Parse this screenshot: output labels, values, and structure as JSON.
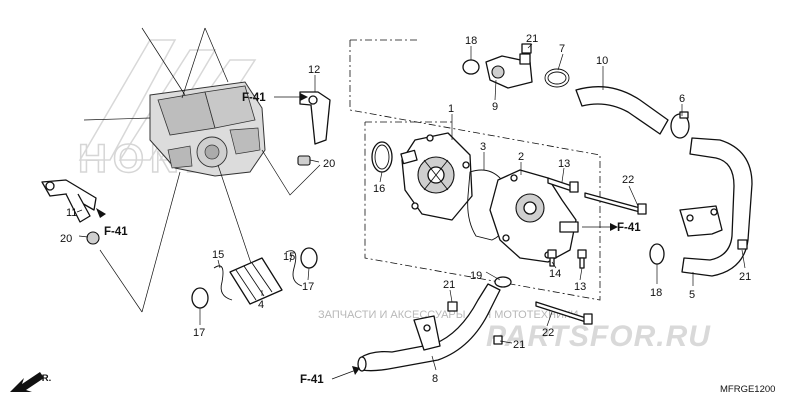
{
  "callouts": [
    {
      "id": "n1",
      "text": "1"
    },
    {
      "id": "n2",
      "text": "2"
    },
    {
      "id": "n3",
      "text": "3"
    },
    {
      "id": "n4",
      "text": "4"
    },
    {
      "id": "n5",
      "text": "5"
    },
    {
      "id": "n6",
      "text": "6"
    },
    {
      "id": "n7",
      "text": "7"
    },
    {
      "id": "n8",
      "text": "8"
    },
    {
      "id": "n9",
      "text": "9"
    },
    {
      "id": "n10",
      "text": "10"
    },
    {
      "id": "n11",
      "text": "11"
    },
    {
      "id": "n12",
      "text": "12"
    },
    {
      "id": "n13a",
      "text": "13"
    },
    {
      "id": "n13b",
      "text": "13"
    },
    {
      "id": "n14",
      "text": "14"
    },
    {
      "id": "n15a",
      "text": "15"
    },
    {
      "id": "n15b",
      "text": "15"
    },
    {
      "id": "n16",
      "text": "16"
    },
    {
      "id": "n17a",
      "text": "17"
    },
    {
      "id": "n17b",
      "text": "17"
    },
    {
      "id": "n18a",
      "text": "18"
    },
    {
      "id": "n18b",
      "text": "18"
    },
    {
      "id": "n19",
      "text": "19"
    },
    {
      "id": "n20a",
      "text": "20"
    },
    {
      "id": "n20b",
      "text": "20"
    },
    {
      "id": "n21a",
      "text": "21"
    },
    {
      "id": "n21b",
      "text": "21"
    },
    {
      "id": "n21c",
      "text": "21"
    },
    {
      "id": "n21d",
      "text": "21"
    },
    {
      "id": "n22a",
      "text": "22"
    },
    {
      "id": "n22b",
      "text": "22"
    }
  ],
  "refs": [
    {
      "id": "r1",
      "text": "F-41"
    },
    {
      "id": "r2",
      "text": "F-41"
    },
    {
      "id": "r3",
      "text": "F-41"
    },
    {
      "id": "r4",
      "text": "F-41"
    }
  ],
  "direction_label": "FR.",
  "diagram_code": "MFRGE1200",
  "watermark": {
    "caption": "ЗАПЧАСТИ И АКСЕССУАРЫ ДЛЯ МОТОТЕХНИКИ",
    "brand": "PARTSFOR.RU",
    "logo": "HONDA"
  },
  "colors": {
    "line": "#111111",
    "watermark": "#d9d9d9",
    "background": "#ffffff"
  }
}
